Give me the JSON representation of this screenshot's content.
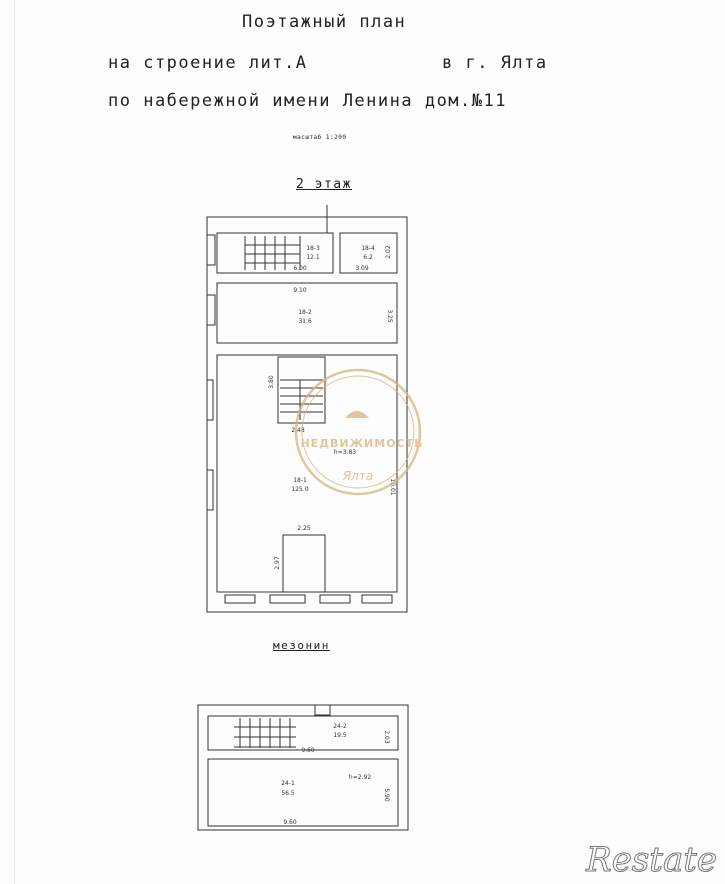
{
  "header": {
    "title": "Поэтажный план",
    "line2_left": "на строение лит.А",
    "line2_right": "в г. Ялта",
    "line3": "по набережной имени Ленина  дом.№11",
    "scale": "масштаб 1:200"
  },
  "floor2": {
    "title": "2 этаж",
    "rooms": [
      {
        "id": "18-3",
        "area": "12.1"
      },
      {
        "id": "18-4",
        "area": "6.2"
      },
      {
        "id": "18-2",
        "area": "31.6"
      },
      {
        "id": "18-1",
        "area": "125.0"
      }
    ],
    "dims": [
      "6.00",
      "3.09",
      "2.02",
      "9.10",
      "3.25",
      "3.80",
      "2.48",
      "10.01",
      "2.25",
      "2.97"
    ],
    "height": "h=3.83"
  },
  "mezzanine": {
    "title": "мезонин",
    "rooms": [
      {
        "id": "24-2",
        "area": "19.5"
      },
      {
        "id": "24-1",
        "area": "56.5"
      }
    ],
    "dims": [
      "9.60",
      "2.03",
      "5.90",
      "9.60"
    ],
    "height": "h=2.92"
  },
  "watermark": {
    "text": "НЕДВИЖИМОСТЬ",
    "sub": "Ялта",
    "color": "#d6b47c"
  },
  "logo": "Restate"
}
